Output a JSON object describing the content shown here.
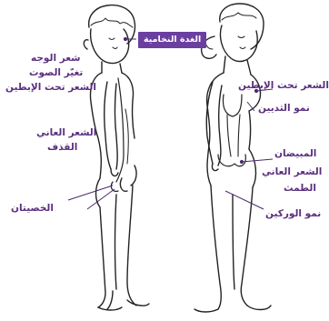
{
  "pituitary_label": "الغدة النخامية",
  "male_labels": {
    "face_hair": "شعر الوجه",
    "voice_change": "تغيّر الصوت",
    "underarm_hair": "الشعر تحت الإبطين",
    "pubic_hair": "الشعر العاني",
    "ejaculation": "القذف",
    "testes": "الخصيتان"
  },
  "female_labels": {
    "underarm_hair": "الشعر تحت الإبطين",
    "breast_growth": "نمو الثديين",
    "ovaries": "المبيضان",
    "pubic_hair": "الشعر العاني",
    "menstruation": "الطمث",
    "hip_growth": "نمو الوركين"
  },
  "colors": {
    "label": "#5b2f7e",
    "box": "#6b3fa0",
    "line": "#222222",
    "pointer": "#4a2a6e"
  }
}
